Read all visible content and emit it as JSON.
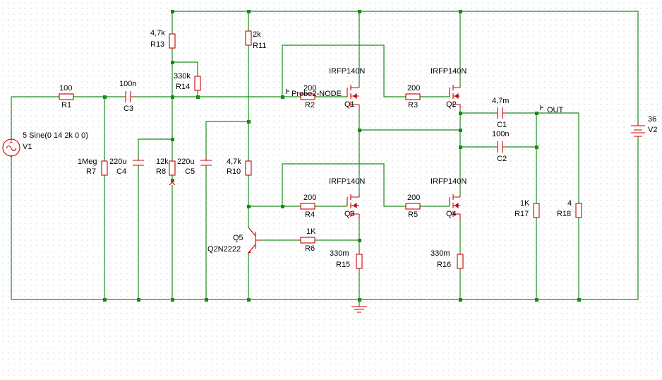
{
  "colors": {
    "wire": "#1a8a1a",
    "component": "#cc0000",
    "grid_dot": "#b0b0b0",
    "text": "#000000",
    "background": "#ffffff"
  },
  "labels": {
    "r13_value": "4,7k",
    "r13_name": "R13",
    "r11_value": "2k",
    "r11_name": "R11",
    "r14_value": "330k",
    "r14_name": "R14",
    "r1_value": "100",
    "r1_name": "R1",
    "c3_value": "100n",
    "c3_name": "C3",
    "r2_value": "200",
    "r2_name": "R2",
    "probe2": "Probe2-NODE",
    "q1_type": "IRFP140N",
    "q1_name": "Q1",
    "r3_value": "200",
    "r3_name": "R3",
    "q2_type": "IRFP140N",
    "q2_name": "Q2",
    "c1_value": "4,7m",
    "c1_name": "C1",
    "c2_value": "100n",
    "c2_name": "C2",
    "out_label": "OUT",
    "v2_value": "36",
    "v2_name": "V2",
    "v1_value": "5 Sine(0 14 2k 0 0)",
    "v1_name": "V1",
    "r7_value": "1Meg",
    "r7_name": "R7",
    "c4_value": "220u",
    "c4_name": "C4",
    "r8_value": "12k",
    "r8_name": "R8",
    "c5_value": "220u",
    "c5_name": "C5",
    "r10_value": "4,7k",
    "r10_name": "R10",
    "r4_value": "200",
    "r4_name": "R4",
    "q3_type": "IRFP140N",
    "q3_name": "Q3",
    "r5_value": "200",
    "r5_name": "R5",
    "q4_type": "IRFP140N",
    "q4_name": "Q4",
    "r17_value": "1K",
    "r17_name": "R17",
    "r18_value": "4",
    "r18_name": "R18",
    "q5_name": "Q5",
    "q5_type": "Q2N2222",
    "r6_value": "1K",
    "r6_name": "R6",
    "r15_value": "330m",
    "r15_name": "R15",
    "r16_value": "330m",
    "r16_name": "R16"
  }
}
